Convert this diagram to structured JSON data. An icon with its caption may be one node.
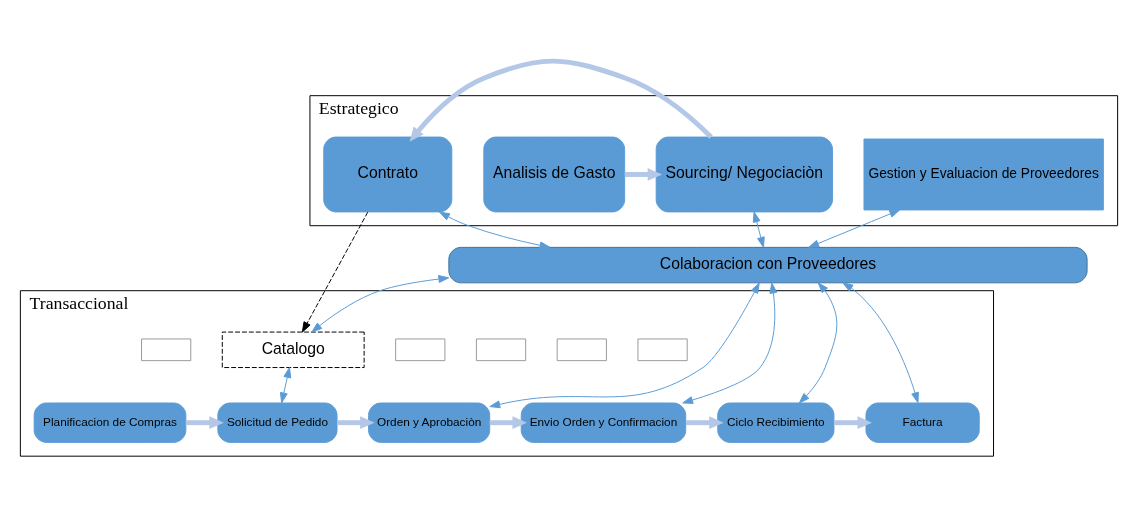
{
  "diagram": {
    "nodes": [
      {
        "text": [
          "Estrategico"
        ]
      },
      {
        "text": [
          "Analisis de Gasto"
        ],
        "in": 0
      },
      {
        "text": [
          "Sourcing/ Negociaciòn"
        ],
        "in": 0
      },
      {
        "text": [
          "Contrato"
        ],
        "in": 0
      },
      {
        "text": [
          "Gestion y Evaluacion de Proveedores"
        ],
        "in": 0
      },
      {
        "text": [
          "Colaboracion con Proveedores"
        ]
      },
      {
        "text": [
          "Transaccional"
        ]
      },
      {
        "text": [
          "Catalogo"
        ],
        "in": 6
      },
      {
        "text": [],
        "shape": "box",
        "in": 6
      },
      {
        "text": [],
        "shape": "box",
        "in": 6
      },
      {
        "text": [],
        "shape": "box",
        "in": 6
      },
      {
        "text": [],
        "shape": "box",
        "in": 6
      },
      {
        "text": [],
        "shape": "box",
        "in": 6
      },
      {
        "text": [
          "Planificacion de Compras"
        ],
        "in": 6
      },
      {
        "text": [
          "Solicitud de Pedido"
        ],
        "in": 6
      },
      {
        "text": [
          "Orden y Aprobaciòn"
        ],
        "in": 6
      },
      {
        "text": [
          "Envio Orden y Confirmacion"
        ],
        "in": 6
      },
      {
        "text": [
          "Ciclo Recibimiento"
        ],
        "in": 6
      },
      {
        "text": [
          "Factura"
        ],
        "in": 6
      }
    ],
    "edges": [
      {
        "from": 1,
        "to": 2,
        "arrow": "to",
        "style": "thick",
        "color": "#b4c7e7"
      },
      {
        "from": 2,
        "to": 3,
        "arrow": "to",
        "style": "thick",
        "color": "#b4c7e7"
      },
      {
        "from": 2,
        "to": 5,
        "arrow": "both"
      },
      {
        "from": 3,
        "to": 5,
        "arrow": "both"
      },
      {
        "from": 4,
        "to": 5,
        "arrow": "both"
      },
      {
        "from": 5,
        "to": 7,
        "arrow": "both"
      },
      {
        "from": 5,
        "to": 15,
        "arrow": "both"
      },
      {
        "from": 5,
        "to": 16,
        "arrow": "both"
      },
      {
        "from": 5,
        "to": 17,
        "arrow": "both"
      },
      {
        "from": 5,
        "to": 18,
        "arrow": "both"
      },
      {
        "from": 3,
        "to": 7,
        "arrow": "to",
        "style": "dashed",
        "color": "#000000"
      },
      {
        "from": 7,
        "to": 14,
        "arrow": "both"
      },
      {
        "from": 13,
        "to": 14,
        "arrow": "to",
        "style": "thick",
        "color": "#b4c7e7"
      },
      {
        "from": 14,
        "to": 15,
        "arrow": "to",
        "style": "thick",
        "color": "#b4c7e7"
      },
      {
        "from": 15,
        "to": 16,
        "arrow": "to",
        "style": "thick",
        "color": "#b4c7e7"
      },
      {
        "from": 16,
        "to": 17,
        "arrow": "to",
        "style": "thick",
        "color": "#b4c7e7"
      },
      {
        "from": 17,
        "to": 18,
        "arrow": "to",
        "style": "thick",
        "color": "#b4c7e7"
      }
    ]
  }
}
